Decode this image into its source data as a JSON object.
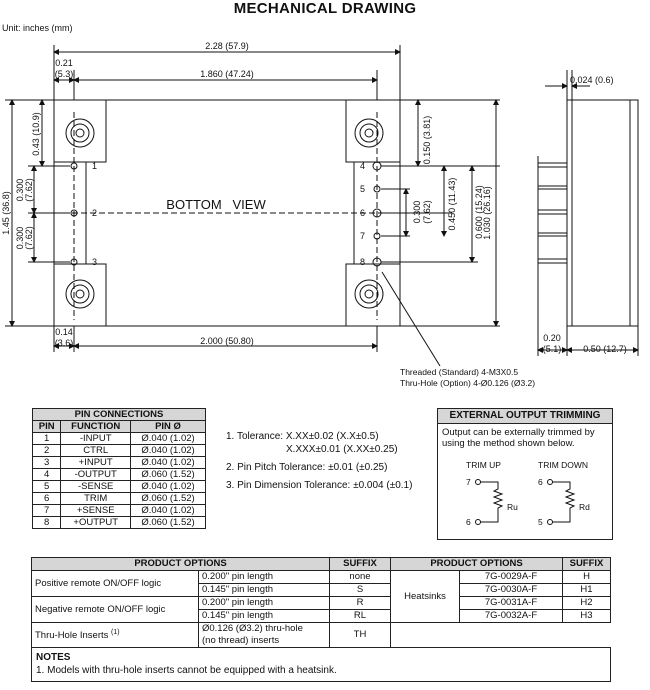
{
  "title": "MECHANICAL DRAWING",
  "units": "Unit: inches (mm)",
  "drawing": {
    "bottom_view": "BOTTOM   VIEW",
    "dims": {
      "width_total": "2.28 (57.9)",
      "edge_021": "0.21",
      "edge_021_mm": "(5.3)",
      "pitch_1860": "1.860 (47.24)",
      "height_total": "1.45 (36.8)",
      "left_043": "0.43 (10.9)",
      "left_0300a": "0.300",
      "left_0300a_mm": "(7.62)",
      "left_0300b": "0.300",
      "left_0300b_mm": "(7.62)",
      "bot_014": "0.14",
      "bot_014_mm": "(3.6)",
      "bot_2000": "2.000 (50.80)",
      "r_0150": "0.150 (3.81)",
      "r_0300": "0.300",
      "r_0300_mm": "(7.62)",
      "r_0450": "0.450 (11.43)",
      "r_0600": "0.600 (15.24)",
      "r_1030": "1.030 (26.16)",
      "side_0024": "0.024 (0.6)",
      "side_020": "0.20",
      "side_020_mm": "(5.1)",
      "side_050": "0.50 (12.7)"
    },
    "pin_labels_left": [
      "1",
      "2",
      "3"
    ],
    "pin_labels_right": [
      "4",
      "5",
      "6",
      "7",
      "8"
    ],
    "thread_note_1": "Threaded (Standard) 4-M3X0.5",
    "thread_note_2": "Thru-Hole (Option) 4-Ø0.126 (Ø3.2)"
  },
  "pin_table": {
    "title": "PIN CONNECTIONS",
    "headers": [
      "PIN",
      "FUNCTION",
      "PIN Ø"
    ],
    "rows": [
      [
        "1",
        "-INPUT",
        "Ø.040 (1.02)"
      ],
      [
        "2",
        "CTRL",
        "Ø.040 (1.02)"
      ],
      [
        "3",
        "+INPUT",
        "Ø.040 (1.02)"
      ],
      [
        "4",
        "-OUTPUT",
        "Ø.060 (1.52)"
      ],
      [
        "5",
        "-SENSE",
        "Ø.040 (1.02)"
      ],
      [
        "6",
        "TRIM",
        "Ø.060 (1.52)"
      ],
      [
        "7",
        "+SENSE",
        "Ø.040 (1.02)"
      ],
      [
        "8",
        "+OUTPUT",
        "Ø.060 (1.52)"
      ]
    ]
  },
  "tolerances": {
    "t1a": "1. Tolerance: X.XX±0.02 (X.X±0.5)",
    "t1b": "X.XXX±0.01 (X.XX±0.25)",
    "t2": "2. Pin Pitch Tolerance: ±0.01 (±0.25)",
    "t3": "3. Pin Dimension Tolerance: ±0.004 (±0.1)"
  },
  "trim": {
    "title": "EXTERNAL OUTPUT TRIMMING",
    "desc1": "Output can be externally trimmed by",
    "desc2": "using the method shown below.",
    "trim_up": "TRIM UP",
    "trim_down": "TRIM DOWN",
    "up_top": "7",
    "up_bottom": "6",
    "down_top": "6",
    "down_bottom": "5",
    "ru": "Ru",
    "rd": "Rd"
  },
  "options": {
    "h_product": "PRODUCT OPTIONS",
    "h_suffix": "SUFFIX",
    "h_product2": "PRODUCT OPTIONS",
    "h_suffix2": "SUFFIX",
    "pos_label": "Positive remote ON/OFF logic",
    "neg_label": "Negative remote ON/OFF logic",
    "thru_label": "Thru-Hole Inserts",
    "thru_sup": "(1)",
    "pos_rows": [
      [
        "0.200\" pin length",
        "none"
      ],
      [
        "0.145\" pin length",
        "S"
      ]
    ],
    "neg_rows": [
      [
        "0.200\" pin length",
        "R"
      ],
      [
        "0.145\" pin length",
        "RL"
      ]
    ],
    "thru_desc1": "Ø0.126 (Ø3.2) thru-hole",
    "thru_desc2": "(no thread) inserts",
    "thru_suffix": "TH",
    "heatsinks_label": "Heatsinks",
    "heatsinks": [
      [
        "7G-0029A-F",
        "H"
      ],
      [
        "7G-0030A-F",
        "H1"
      ],
      [
        "7G-0031A-F",
        "H2"
      ],
      [
        "7G-0032A-F",
        "H3"
      ]
    ]
  },
  "notes": {
    "title": "NOTES",
    "n1": "1. Models with thru-hole inserts cannot be equipped with a heatsink."
  }
}
